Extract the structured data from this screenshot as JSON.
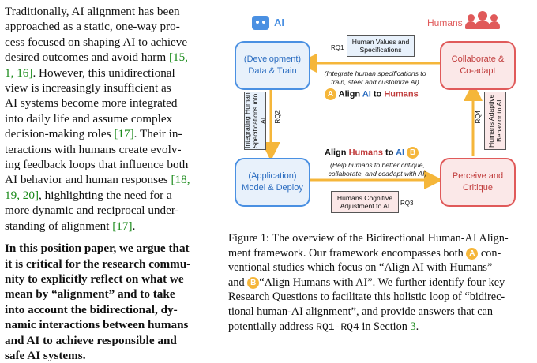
{
  "left_text": {
    "p1": [
      "Traditionally, AI alignment has been",
      "approached as a static, one-way pro-",
      "cess focused on shaping AI to achieve",
      "desired outcomes and avoid harm ",
      "[15,",
      "1, 16]",
      ". However, this unidirectional",
      "view is increasingly insufficient as",
      "AI systems become more integrated",
      "into daily life and assume complex",
      "decision-making roles ",
      "[17]",
      ". Their in-",
      "teractions with humans create evolv-",
      "ing feedback loops that influence both",
      "AI behavior and human responses ",
      "[18,",
      "19, 20]",
      ", highlighting the need for a",
      "more dynamic and reciprocal under-",
      "standing of alignment ",
      "[17]",
      "."
    ],
    "p2": [
      "In this position paper, we argue that",
      "it is critical for the research commu-",
      "nity to explicitly reflect on what we",
      "mean by “alignment” and to take",
      "into account the bidirectional, dy-",
      "namic interactions between humans",
      "and AI to achieve responsible and",
      "safe AI systems."
    ]
  },
  "figure": {
    "ai_label": "AI",
    "humans_label": "Humans",
    "box_dev": [
      "(Development)",
      "Data & Train"
    ],
    "box_app": [
      "(Application)",
      "Model & Deploy"
    ],
    "box_collab": [
      "Collaborate &",
      "Co-adapt"
    ],
    "box_perceive": [
      "Perceive and",
      "Critique"
    ],
    "tag_values": [
      "Human Values and",
      "Specifications"
    ],
    "tag_cognitive": [
      "Humans Cognitive",
      "Adjustment to AI"
    ],
    "tag_integrating": [
      "Integrating Human",
      "Specifications into AI"
    ],
    "tag_adaptive": [
      "Humans Adaptive",
      "Behavior to AI"
    ],
    "rq1": "RQ1",
    "rq2": "RQ2",
    "rq3": "RQ3",
    "rq4": "RQ4",
    "note_top": [
      "(Integrate human specifications to",
      "train, steer and customize AI)"
    ],
    "align_ai_a": "A",
    "align_ai": [
      "Align ",
      "AI",
      " to ",
      "Humans"
    ],
    "align_h_b": "B",
    "align_h": [
      "Align ",
      "Humans",
      " to ",
      "AI"
    ],
    "note_bottom": [
      "(Help humans to better critique,",
      "collaborate, and coadapt with AI)"
    ],
    "colors": {
      "ai_blue": "#4a90e2",
      "human_red": "#e05a5a",
      "arrow_orange": "#f5b63a",
      "box_blue_fill": "#e8f1fb",
      "box_red_fill": "#fbe8e8"
    }
  },
  "caption": {
    "l1": "Figure 1: The overview of the Bidirectional Human-AI Align-",
    "l2a": "ment framework. Our framework encompasses both ",
    "l2b": " con-",
    "l3": "ventional studies which focus on “Align AI with Humans”",
    "l4a": "and ",
    "l4b": "“Align Humans with AI”. We further identify four key",
    "l5": "Research Questions to facilitate this holistic loop of “bidirec-",
    "l6": "tional human-AI alignment”, and provide answers that can",
    "l7a": "potentially address ",
    "l7b": "RQ1-RQ4",
    "l7c": " in Section ",
    "l7d": "3",
    "l7e": ".",
    "circle_a": "A",
    "circle_b": "B"
  }
}
